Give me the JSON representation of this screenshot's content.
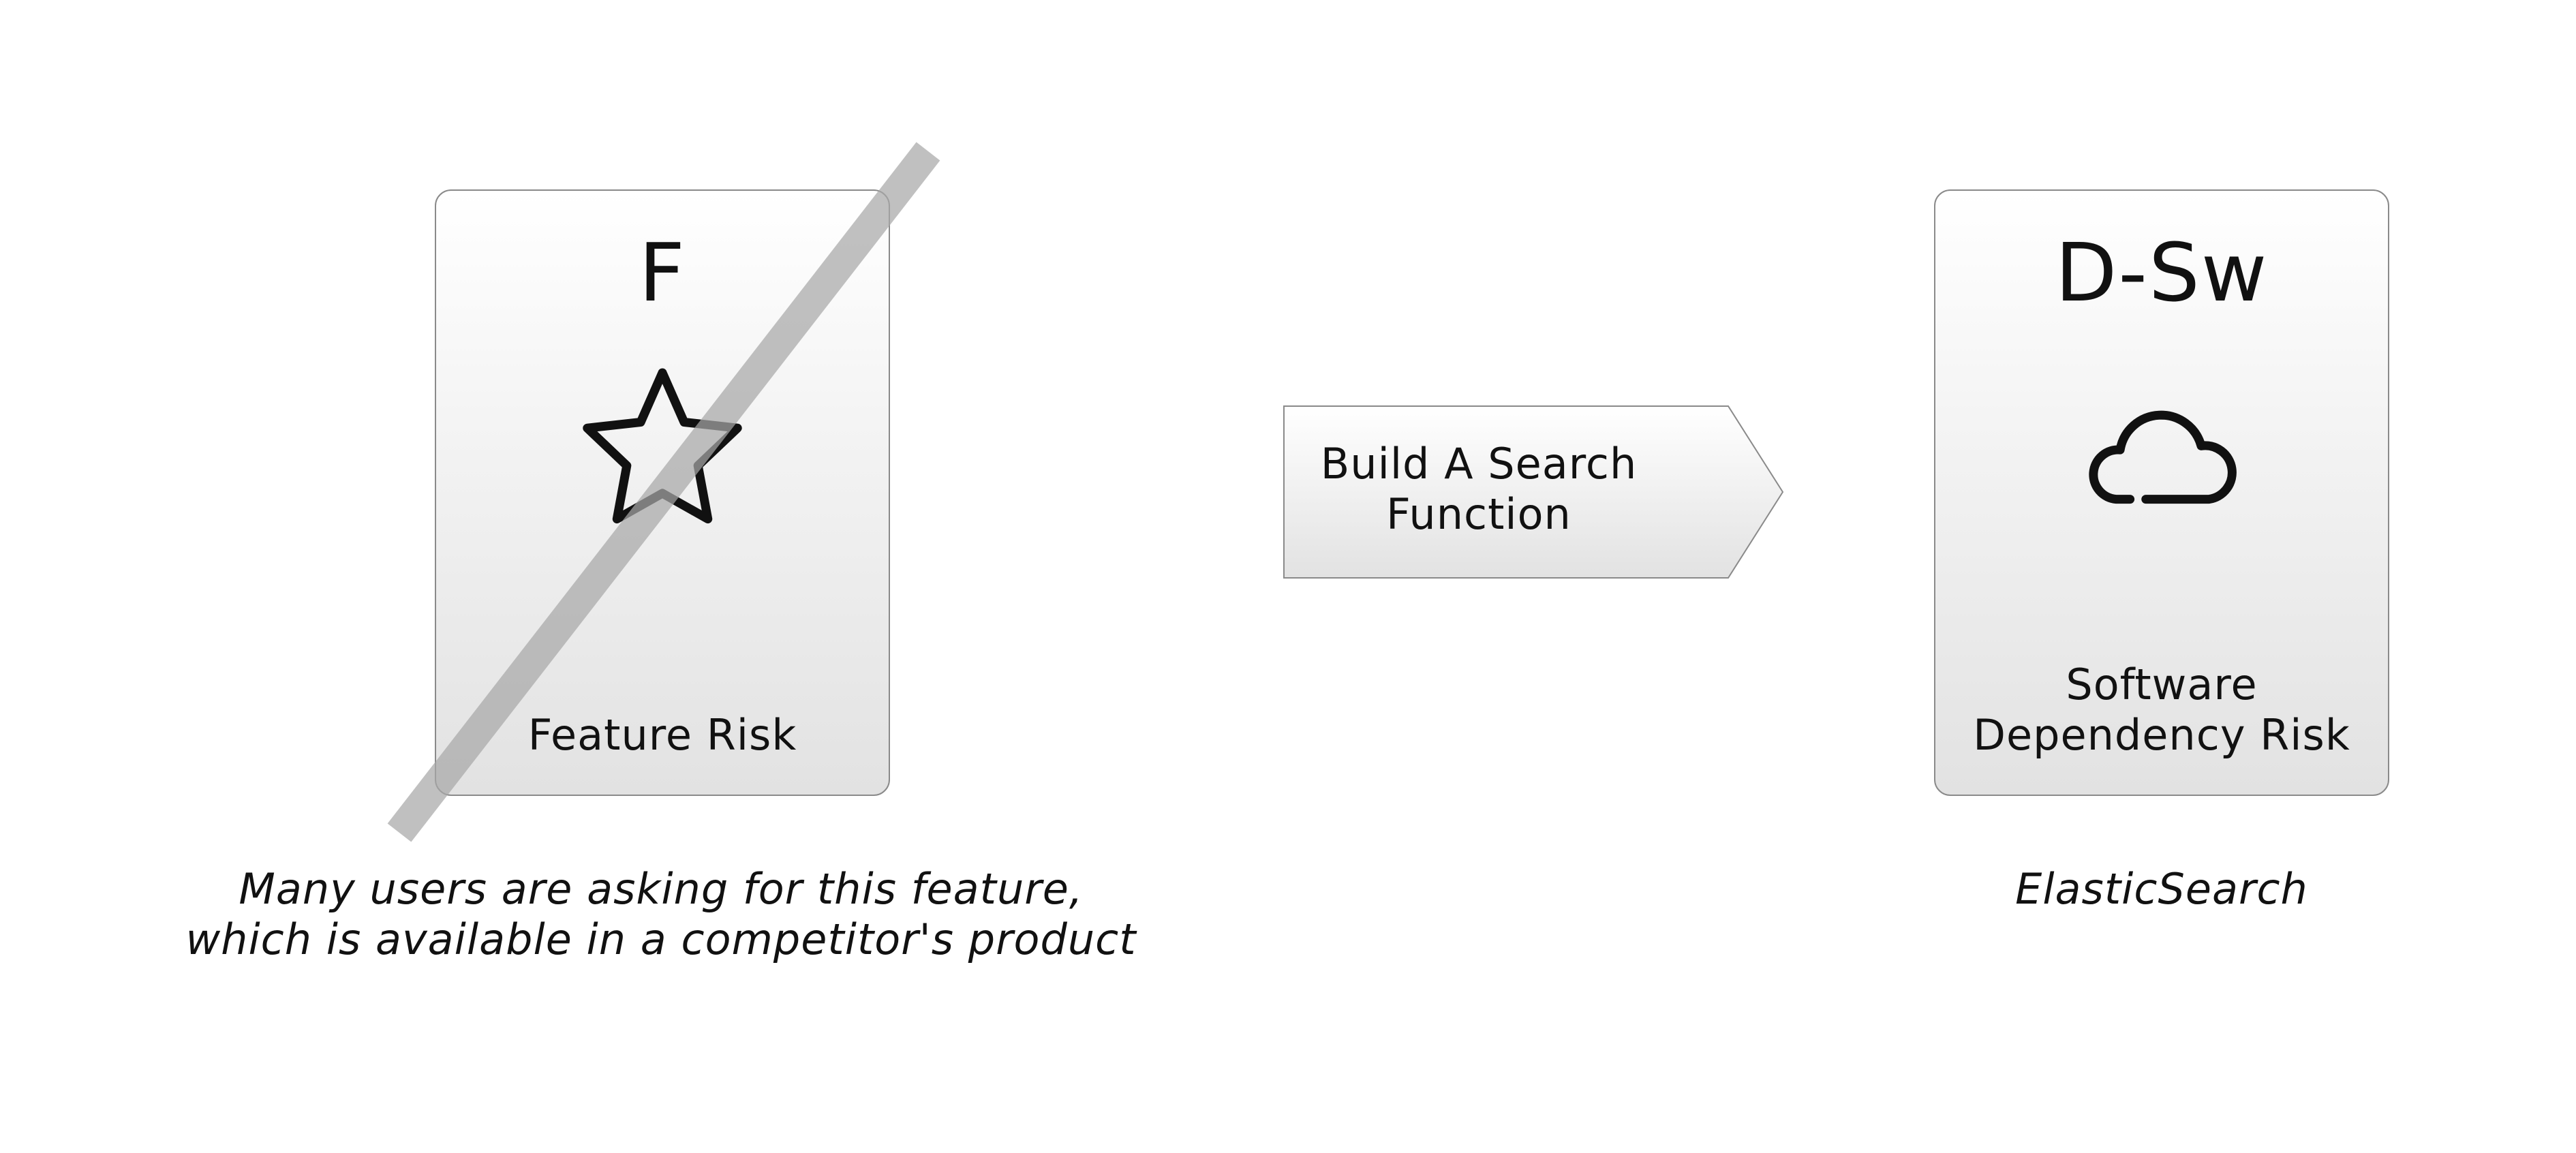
{
  "feature_card": {
    "letter": "F",
    "icon": "star-icon",
    "label": "Feature Risk",
    "caption_line1": "Many users are asking for this feature,",
    "caption_line2": "which is available in a competitor's product"
  },
  "action": {
    "label": "Build A Search\nFunction"
  },
  "dependency_card": {
    "letter": "D-Sw",
    "icon": "cloud-icon",
    "label_line1": "Software",
    "label_line2": "Dependency Risk",
    "caption": "ElasticSearch"
  },
  "colors": {
    "card_border": "#8a8a8a",
    "card_gradient_top": "#ffffff",
    "card_gradient_bottom": "#e2e2e2",
    "strike": "#a8a8a8",
    "icon_stroke": "#111111"
  }
}
